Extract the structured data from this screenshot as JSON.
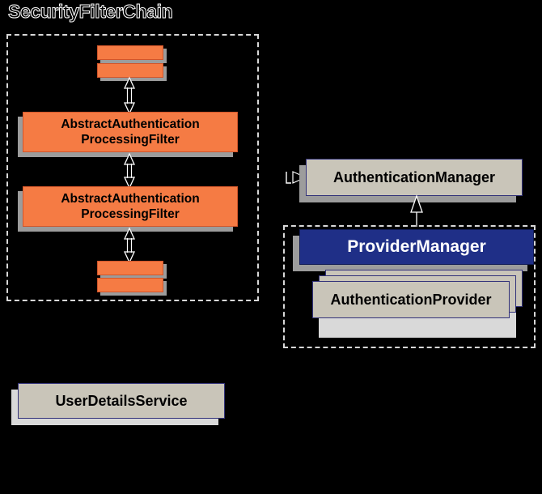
{
  "diagram": {
    "title": "SecurityFilterChain",
    "background_color": "#000000",
    "type": "uml-component-diagram"
  },
  "palette": {
    "filter_fill": "#f57b44",
    "filter_border": "#d2552a",
    "interface_fill": "#c9c5b9",
    "interface_border": "#32327a",
    "class_fill": "#1f2f87",
    "class_text": "#ffffff",
    "shadow": "#9c9c9c",
    "dashed_border": "#d8d8d8",
    "title_outline": "#ffffff"
  },
  "filter_chain": {
    "label": "SecurityFilterChain",
    "nodes": [
      {
        "id": "filter-top-1",
        "label": "",
        "kind": "filter-bar"
      },
      {
        "id": "filter-top-2",
        "label": "",
        "kind": "filter-bar"
      },
      {
        "id": "aapf-1",
        "label": "AbstractAuthentication\nProcessingFilter",
        "line1": "AbstractAuthentication",
        "line2": "ProcessingFilter",
        "kind": "filter-box"
      },
      {
        "id": "aapf-2",
        "label": "AbstractAuthentication\nProcessingFilter",
        "line1": "AbstractAuthentication",
        "line2": "ProcessingFilter",
        "kind": "filter-box"
      },
      {
        "id": "filter-bottom-1",
        "label": "",
        "kind": "filter-bar"
      },
      {
        "id": "filter-bottom-2",
        "label": "",
        "kind": "filter-bar"
      }
    ]
  },
  "auth_manager": {
    "label": "AuthenticationManager",
    "kind": "interface"
  },
  "provider_group": {
    "provider_manager": {
      "label": "ProviderManager",
      "kind": "class"
    },
    "authentication_provider": {
      "label": "AuthenticationProvider",
      "kind": "interface",
      "stack_count": 3
    }
  },
  "user_details_service": {
    "label": "UserDetailsService",
    "kind": "interface"
  },
  "connectors": [
    {
      "id": "c1",
      "from": "filter-top-2",
      "to": "aapf-1",
      "style": "double-arrow"
    },
    {
      "id": "c2",
      "from": "aapf-1",
      "to": "aapf-2",
      "style": "double-arrow"
    },
    {
      "id": "c3",
      "from": "aapf-2",
      "to": "filter-bottom-1",
      "style": "double-arrow"
    },
    {
      "id": "c4",
      "from": "filter-chain",
      "to": "auth_manager",
      "style": "dashed-dependency"
    },
    {
      "id": "c5",
      "from": "provider_manager",
      "to": "auth_manager",
      "style": "generalization"
    }
  ]
}
